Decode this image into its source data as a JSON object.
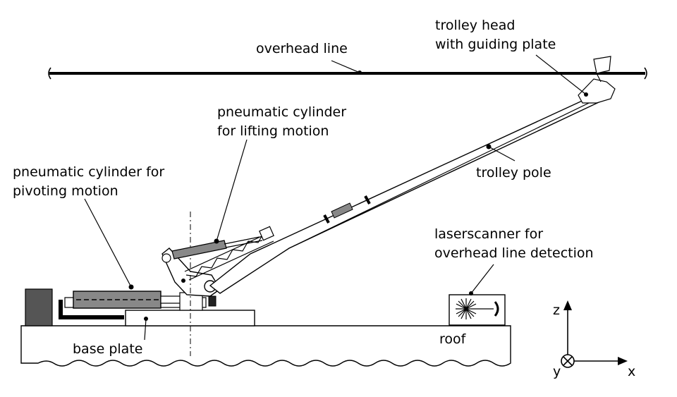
{
  "labels": {
    "overhead_line": "overhead line",
    "trolley_head_1": "trolley head",
    "trolley_head_2": "with guiding plate",
    "cyl_lift_1": "pneumatic cylinder",
    "cyl_lift_2": "for lifting motion",
    "cyl_pivot_1": "pneumatic cylinder for",
    "cyl_pivot_2": "pivoting motion",
    "trolley_pole": "trolley pole",
    "laserscanner_1": "laserscanner for",
    "laserscanner_2": "overhead line detection",
    "base_plate": "base plate",
    "roof": "roof"
  },
  "axes": {
    "z": "z",
    "x": "x",
    "y": "y"
  },
  "colors": {
    "line": "#000000",
    "cylinder": "#888888",
    "block": "#555555",
    "background": "#ffffff"
  }
}
